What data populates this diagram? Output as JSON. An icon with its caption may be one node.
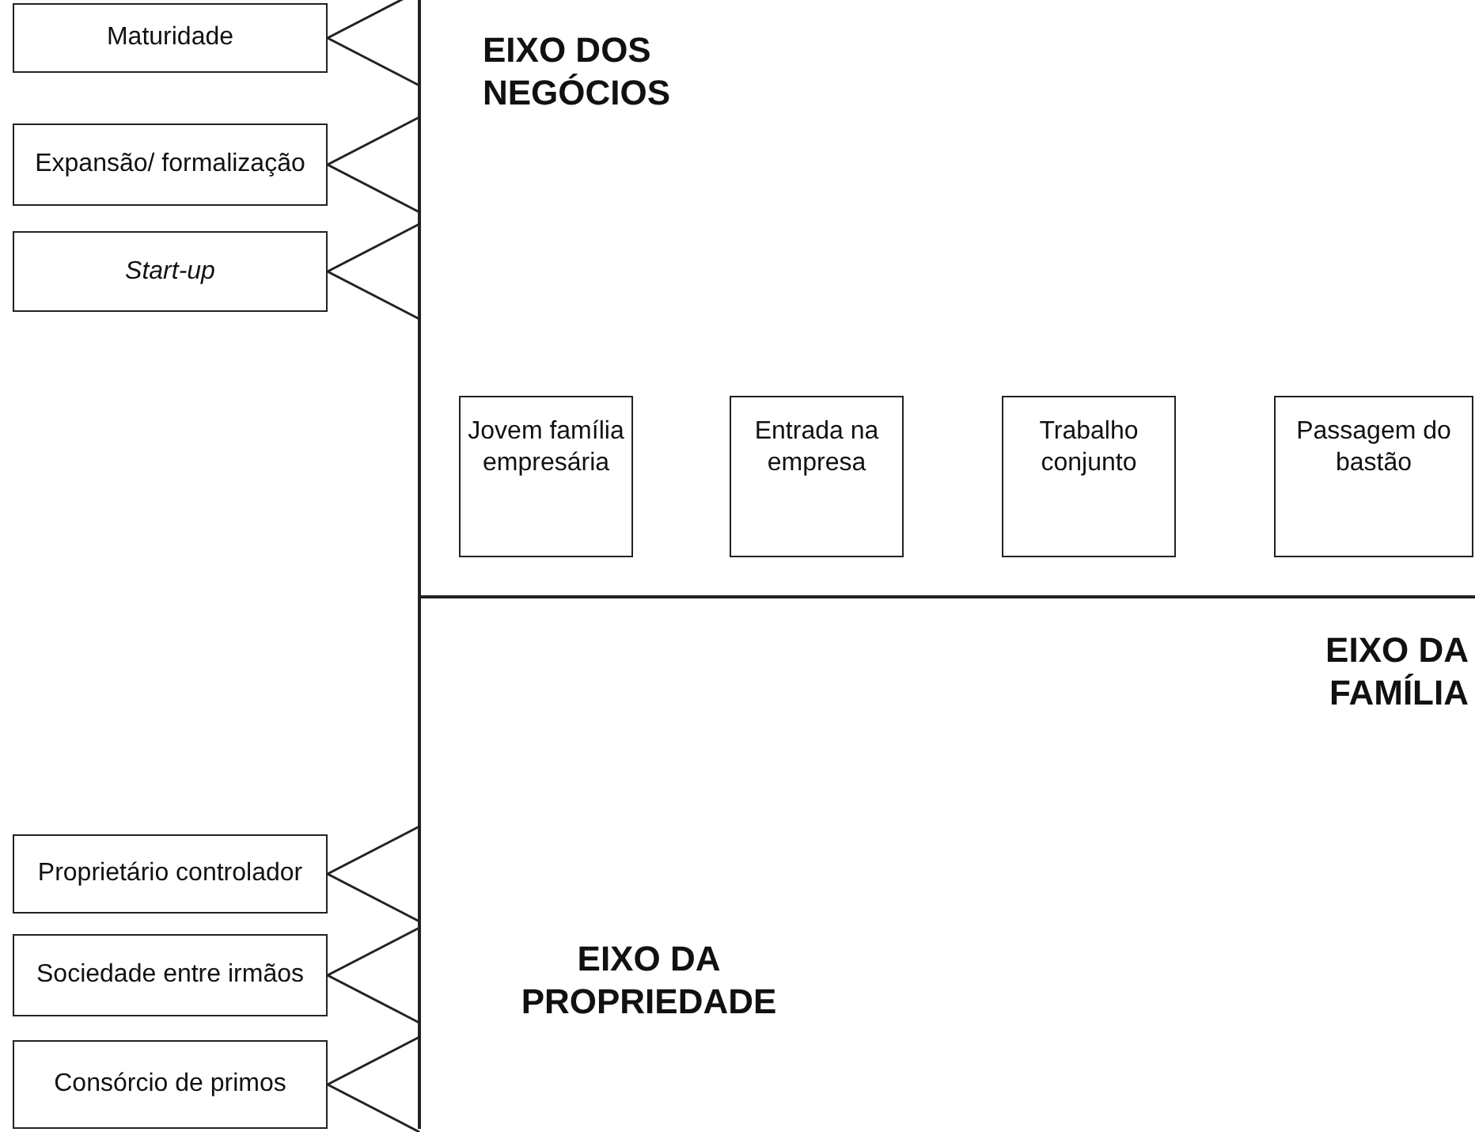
{
  "diagram": {
    "nodes": [
      {
        "text": [
          "Maturidade"
        ]
      },
      {
        "text": [
          "Expansão/ formalização"
        ]
      },
      {
        "text": [
          "Start-up"
        ]
      },
      {
        "text": [
          "Jovem família empresária"
        ]
      },
      {
        "text": [
          "Entrada na empresa"
        ]
      },
      {
        "text": [
          "Trabalho conjunto"
        ]
      },
      {
        "text": [
          "Passagem do bastão"
        ]
      },
      {
        "text": [
          "Proprietário controlador"
        ]
      },
      {
        "text": [
          "Sociedade entre irmãos"
        ]
      },
      {
        "text": [
          "Consórcio de primos"
        ]
      }
    ],
    "edges": [],
    "labels": [
      "EIXO DOS NEGÓCIOS",
      "EIXO DA FAMÍLIA",
      "EIXO DA PROPRIEDADE"
    ]
  }
}
